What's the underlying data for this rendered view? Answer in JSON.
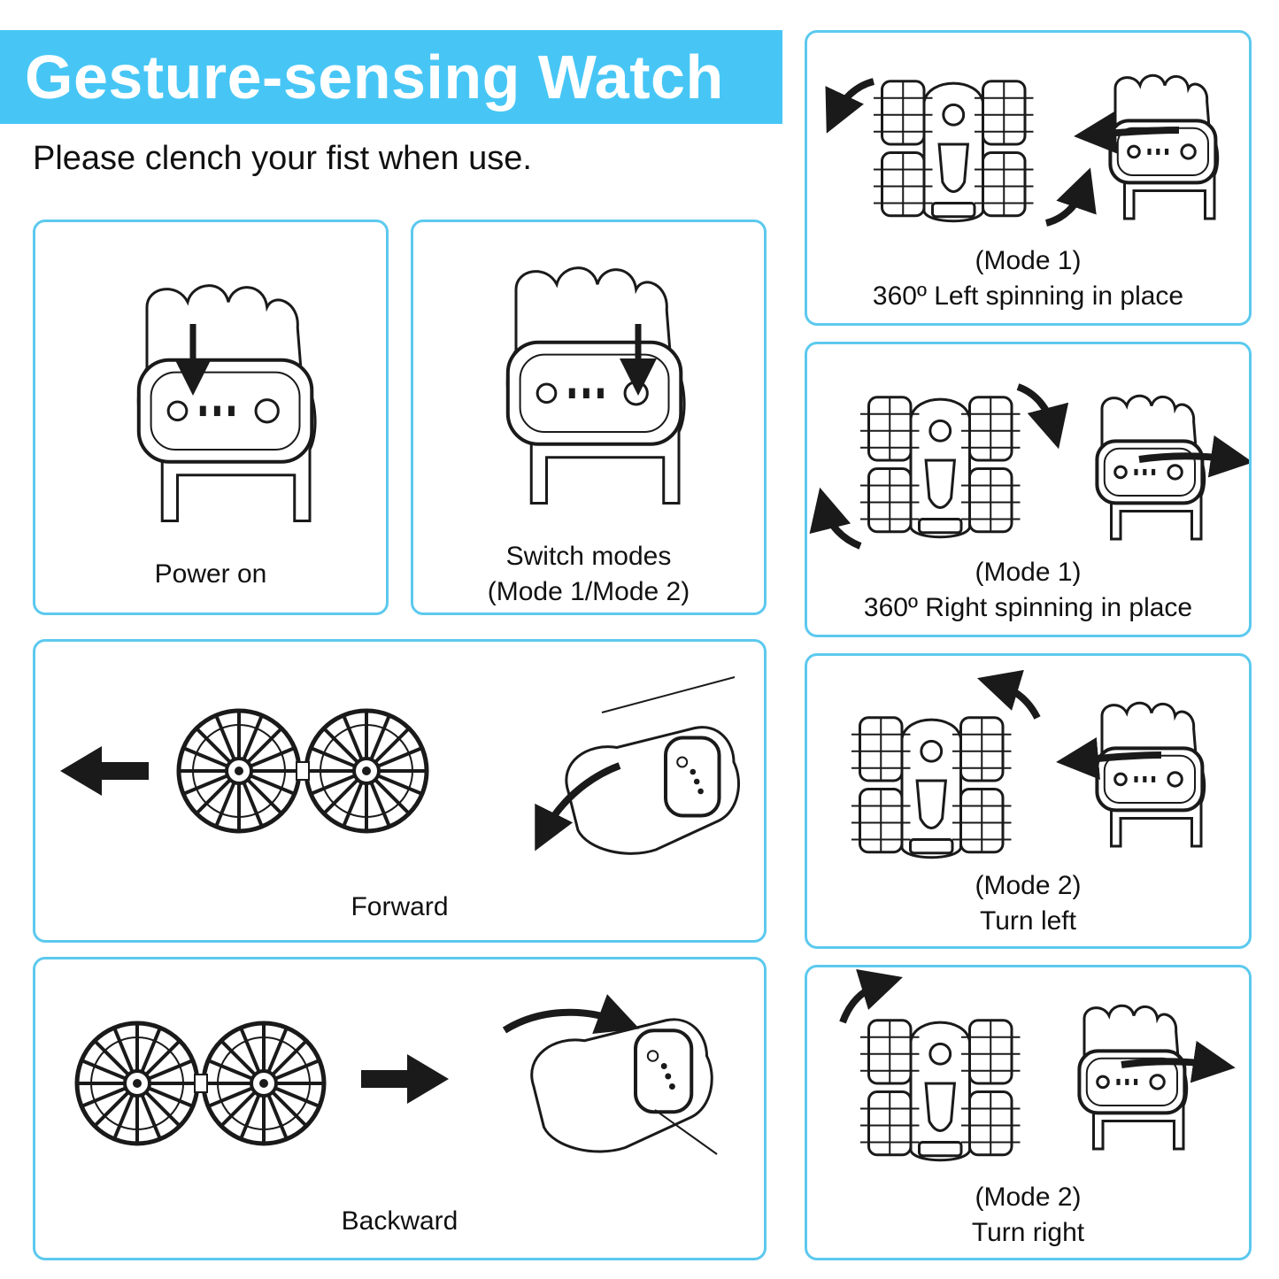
{
  "header": {
    "title": "Gesture-sensing Watch",
    "subtitle": "Please clench your fist when use."
  },
  "cards": {
    "power_on": {
      "caption": "Power on"
    },
    "switch_modes": {
      "line1": "Switch modes",
      "line2": "(Mode 1/Mode 2)"
    },
    "forward": {
      "caption": "Forward"
    },
    "backward": {
      "caption": "Backward"
    },
    "left_spin": {
      "line1": "(Mode 1)",
      "line2": "360º Left spinning in place"
    },
    "right_spin": {
      "line1": "(Mode 1)",
      "line2": "360º Right spinning in place"
    },
    "turn_left": {
      "line1": "(Mode 2)",
      "line2": "Turn left"
    },
    "turn_right": {
      "line1": "(Mode 2)",
      "line2": "Turn right"
    }
  },
  "colors": {
    "banner": "#47c6f5",
    "card_border": "#5cc9ee",
    "ink": "#1a1a1a"
  },
  "icons": [
    "fist-watch-icon",
    "power-button-icon",
    "mode-button-icon",
    "car-top-view-icon",
    "wheel-pair-icon",
    "direction-arrow-icon",
    "curved-arrow-icon"
  ]
}
